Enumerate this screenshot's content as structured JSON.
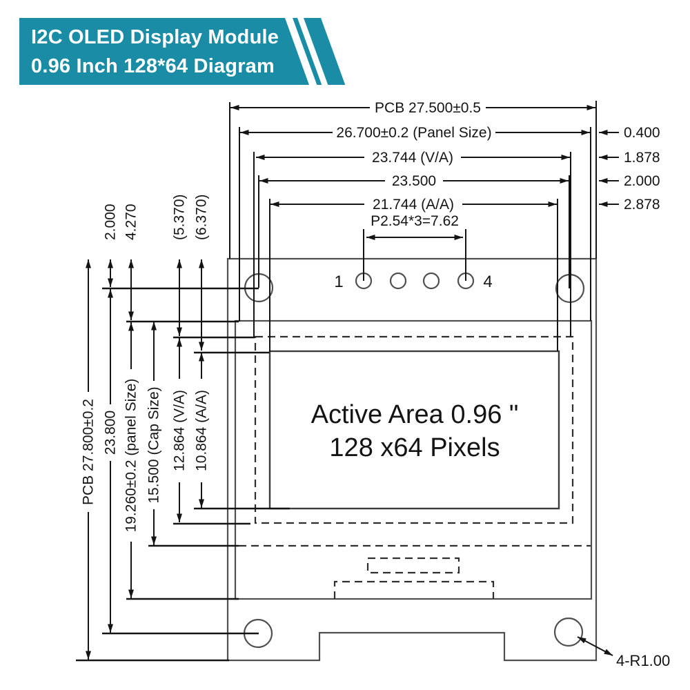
{
  "banner": {
    "line1": "I2C OLED Display Module",
    "line2": "0.96 Inch 128*64 Diagram",
    "bg_color": "#1b8ca6",
    "text_color": "#ffffff"
  },
  "diagram": {
    "top_dimensions": [
      "PCB 27.500±0.5",
      "26.700±0.2 (Panel Size)",
      "23.744 (V/A)",
      "23.500",
      "21.744 (A/A)"
    ],
    "right_dimensions": [
      "0.400",
      "1.878",
      "2.000",
      "2.878"
    ],
    "top_left_dimensions": [
      "2.000",
      "4.270",
      "(5.370)",
      "(6.370)"
    ],
    "left_dimensions": [
      "PCB 27.800±0.2",
      "23.800",
      "19.260±0.2 (panel Size)",
      "15.500 (Cap Size)",
      "12.864 (V/A)",
      "10.864 (A/A)"
    ],
    "pin_pitch": "P2.54*3=7.62",
    "pin_number_first": "1",
    "pin_number_last": "4",
    "active_area": [
      "Active Area 0.96 \"",
      "128 x64 Pixels"
    ],
    "corner_radius": "4-R1.00"
  }
}
